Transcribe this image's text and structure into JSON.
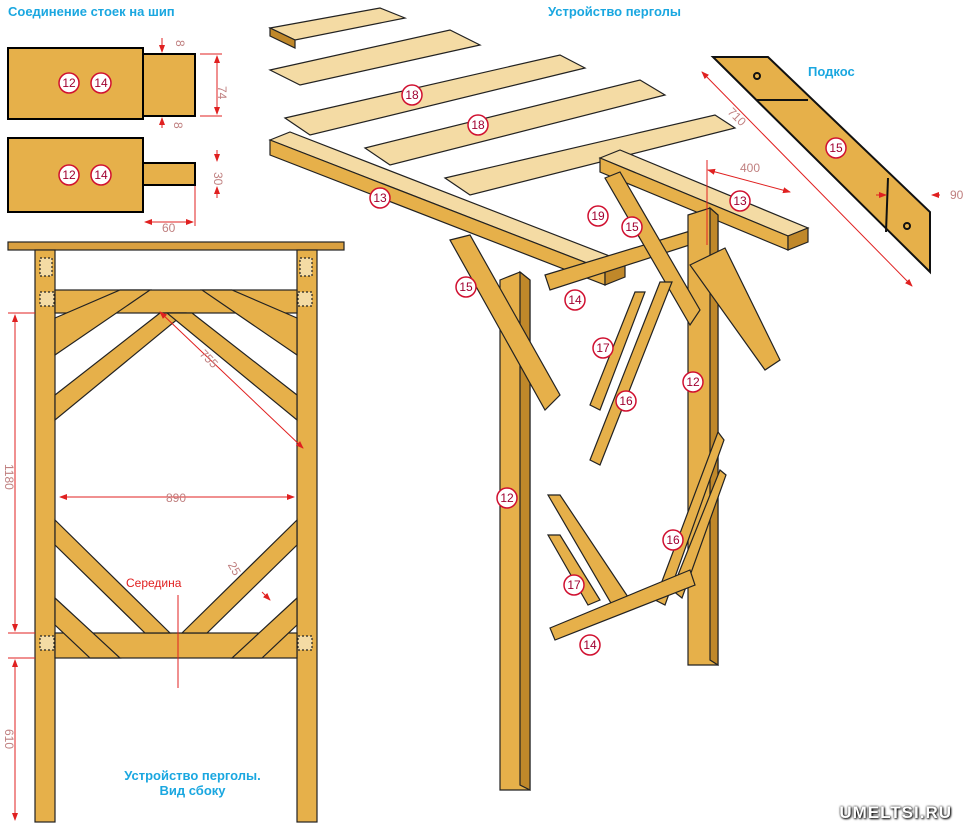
{
  "titles": {
    "tenon_joint": "Соединение стоек на шип",
    "pergola": "Устройство перголы",
    "brace": "Подкос",
    "side_view_line1": "Устройство перголы.",
    "side_view_line2": "Вид сбоку"
  },
  "labels": {
    "middle": "Середина"
  },
  "dimensions": {
    "shoulder_top": "8",
    "tenon_height": "74",
    "shoulder_bottom": "8",
    "tenon_thickness": "30",
    "tenon_length": "60",
    "diagonal": "755",
    "height_upper": "1180",
    "span": "890",
    "brace_width": "25",
    "height_lower": "610",
    "overhang": "400",
    "brace_length": "710",
    "brace_end": "90"
  },
  "parts": {
    "post": "12",
    "beam": "13",
    "crossbar": "14",
    "brace": "15",
    "lattice_a": "16",
    "lattice_b": "17",
    "slat": "18",
    "dowel": "19"
  },
  "colors": {
    "wood": "#e6b04a",
    "wood_light": "#f4dba4",
    "wood_dark": "#c0882a",
    "title": "#1aa7e0",
    "dim": "#e02020"
  },
  "watermark": "UMELTSI.RU"
}
